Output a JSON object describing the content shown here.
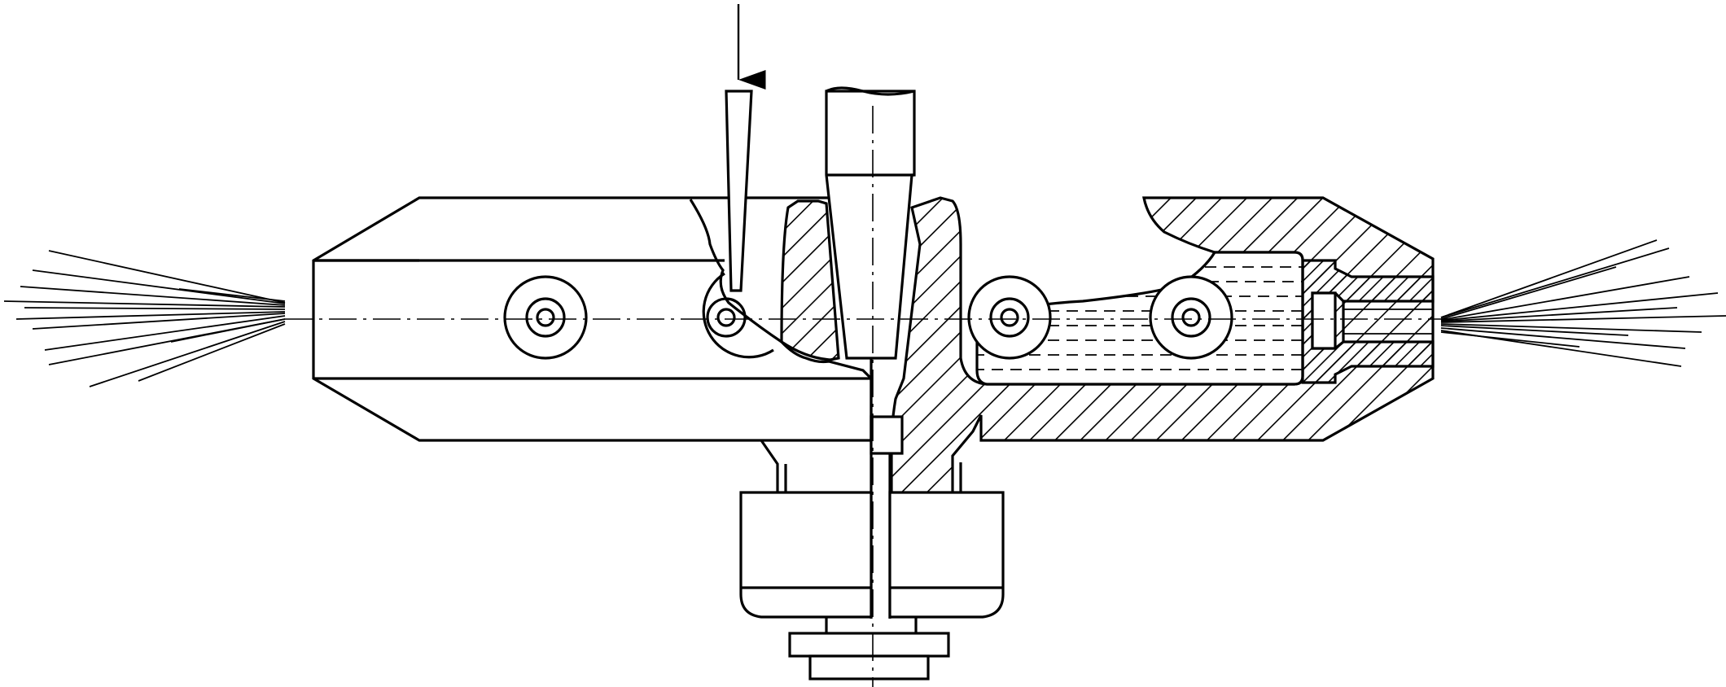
{
  "drawing": {
    "kind": "mechanical cross-section",
    "stroke_color": "#000000",
    "background_color": "#ffffff",
    "bearings": [
      {
        "label": "",
        "side": "left"
      },
      {
        "label": "",
        "side": "left-center"
      },
      {
        "label": "",
        "side": "right-center"
      },
      {
        "label": "",
        "side": "right"
      }
    ],
    "text": []
  }
}
